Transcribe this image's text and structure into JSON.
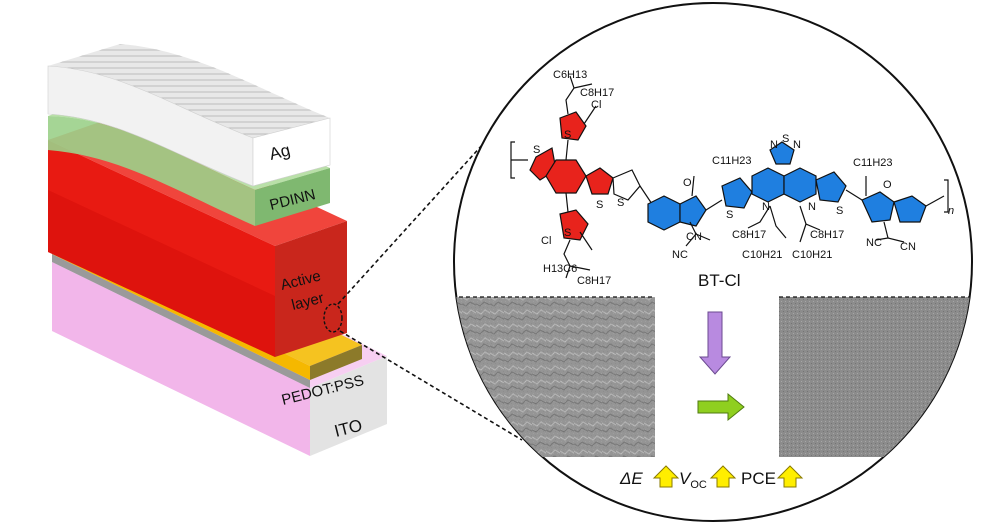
{
  "stack": {
    "layers": [
      {
        "name": "Ag"
      },
      {
        "name": "PDINN"
      },
      {
        "name": "Active layer",
        "lines": [
          "Active",
          "layer"
        ]
      },
      {
        "name": "PEDOT:PSS"
      },
      {
        "name": "ITO"
      }
    ]
  },
  "molecule": {
    "name": "BT-Cl",
    "labels": {
      "c6h13_top": "C6H13",
      "c8h17_top": "C8H17",
      "cl_top": "Cl",
      "s": "S",
      "o": "O",
      "c11h23": "C11H23",
      "n": "N",
      "cn": "CN",
      "nc": "NC",
      "c8h17": "C8H17",
      "c10h21": "C10H21",
      "cl_bottom": "Cl",
      "h13c6": "H13C6",
      "c8h17_bottom": "C8H17",
      "repeat_n": "n"
    },
    "colors": {
      "donor": "#e8231c",
      "acceptor": "#1f7fe0"
    }
  },
  "metrics": {
    "delta_e": "ΔE",
    "voc_main": "V",
    "voc_sub": "OC",
    "pce": "PCE"
  },
  "colors": {
    "ag": "#f2f2f2",
    "pdinn": "#9bd08a",
    "active": "#e81a12",
    "pedot": "#f5b800",
    "ito": "#f2b6ea",
    "arrow_purple": "#b88ae0",
    "arrow_green": "#8fcf1f",
    "arrow_yellow": "#ffee00"
  }
}
